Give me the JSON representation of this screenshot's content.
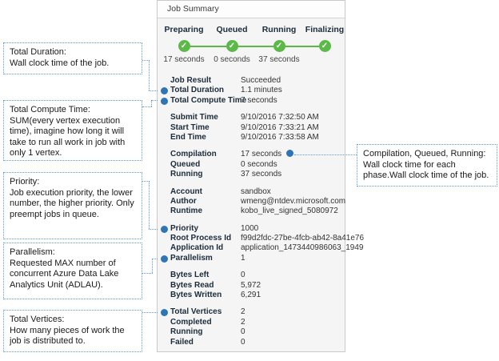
{
  "panel": {
    "title": "Job Summary",
    "stages": [
      {
        "label": "Preparing",
        "time": "17 seconds"
      },
      {
        "label": "Queued",
        "time": "0 seconds"
      },
      {
        "label": "Running",
        "time": "37 seconds"
      },
      {
        "label": "Finalizing",
        "time": ""
      }
    ],
    "groups": [
      {
        "rows": [
          {
            "label": "Job Result",
            "value": "Succeeded"
          },
          {
            "label": "Total Duration",
            "value": "1.1 minutes"
          },
          {
            "label": "Total Compute Time",
            "value": "7 seconds"
          }
        ]
      },
      {
        "rows": [
          {
            "label": "Submit Time",
            "value": "9/10/2016 7:32:50 AM"
          },
          {
            "label": "Start Time",
            "value": "9/10/2016 7:33:21 AM"
          },
          {
            "label": "End Time",
            "value": "9/10/2016 7:33:58 AM"
          }
        ]
      },
      {
        "rows": [
          {
            "label": "Compilation",
            "value": "17 seconds"
          },
          {
            "label": "Queued",
            "value": "0 seconds"
          },
          {
            "label": "Running",
            "value": "37 seconds"
          }
        ]
      },
      {
        "rows": [
          {
            "label": "Account",
            "value": "sandbox"
          },
          {
            "label": "Author",
            "value": "wmeng@ntdev.microsoft.com"
          },
          {
            "label": "Runtime",
            "value": "kobo_live_signed_5080972"
          }
        ]
      },
      {
        "rows": [
          {
            "label": "Priority",
            "value": "1000"
          },
          {
            "label": "Root Process Id",
            "value": "f99d2fdc-27be-4fcb-ab42-8a41e76"
          },
          {
            "label": "Application Id",
            "value": "application_1473440986063_1949"
          },
          {
            "label": "Parallelism",
            "value": "1"
          }
        ]
      },
      {
        "rows": [
          {
            "label": "Bytes Left",
            "value": "0"
          },
          {
            "label": "Bytes Read",
            "value": "5,972"
          },
          {
            "label": "Bytes Written",
            "value": "6,291"
          }
        ]
      },
      {
        "rows": [
          {
            "label": "Total Vertices",
            "value": "2"
          },
          {
            "label": "Completed",
            "value": "2"
          },
          {
            "label": "Running",
            "value": "0"
          },
          {
            "label": "Failed",
            "value": "0"
          }
        ]
      }
    ]
  },
  "callouts": {
    "left": [
      {
        "title": "Total Duration:",
        "body": "Wall clock time of the job."
      },
      {
        "title": "Total Compute Time:",
        "body": "SUM(every vertex execution time), imagine how long it will take to run all work in job with only 1 vertex."
      },
      {
        "title": "Priority:",
        "body": "Job execution priority, the lower number, the higher priority. Only preempt jobs in queue."
      },
      {
        "title": "Parallelism:",
        "body": "Requested MAX number of concurrent Azure Data Lake Analytics Unit (ADLAU)."
      },
      {
        "title": "Total Vertices:",
        "body": "How many pieces of work the job is distributed to."
      }
    ],
    "right": [
      {
        "title": "Compilation, Queued, Running:",
        "body": "Wall clock time for each phase.Wall clock time of the job."
      }
    ]
  },
  "icons": {
    "check": "✓"
  },
  "colors": {
    "callout_blue": "#5B9BD5",
    "dot_blue": "#2E75B6",
    "success_green": "#5BBA47"
  }
}
